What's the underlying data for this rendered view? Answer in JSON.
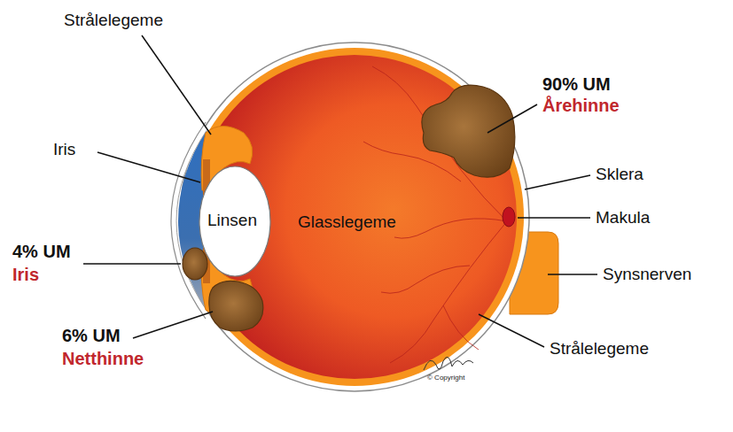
{
  "diagram": {
    "labels": [
      "Strålelegeme",
      "90% UM",
      "Årehinne",
      "Iris",
      "Sklera",
      "Linsen",
      "Glasslegeme",
      "Makula",
      "4% UM",
      "Iris",
      "Synsnerven",
      "6% UM",
      "Netthinne",
      "Strålelegeme",
      "© Copyright"
    ]
  }
}
